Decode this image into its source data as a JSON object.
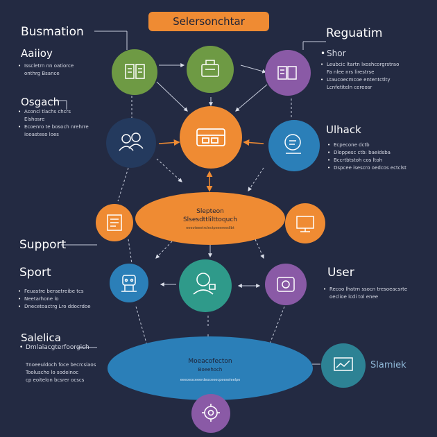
{
  "title": "Selersonchtar",
  "left": {
    "heading1": "Busmation",
    "heading2": "Aaiioy",
    "list1": [
      "Isscletrn nn oatiorce",
      "onthrg Bsance"
    ],
    "heading3": "Osgach",
    "list2": [
      "Aconcl tlachs chcrs",
      "Elshosre",
      "Ecoenro te bosoch nrehrre",
      "Iooasteso loes"
    ],
    "support1": "Support",
    "support2": "Sport",
    "list3": [
      "Feuastre beraetreibe tcs",
      "Neetarhone lo",
      "Dnecetoactrg Lro ddocrdoe"
    ],
    "heading4": "Salelica",
    "heading4_sub": "Dmlaiacgterfoorgich",
    "list4": [
      "Tnoeeuldoch foce becrcsiaos",
      "Tooluscho lo sodeinoc",
      "cp eoitelon bcsrer ocscs"
    ]
  },
  "right": {
    "heading1": "Reguatim",
    "heading2": "Shor",
    "list1": [
      "Leubcic ltartn lxoshcorgrstrao",
      "Fa nlee nrs lirestrse",
      "Ltaucoecmcoe ententctlty",
      "Lcnfetiteln cereosr"
    ],
    "heading3": "Ulhack",
    "list2": [
      "Ecpecone dctb",
      "Dloppesc ctb: baeidsba",
      "Bccrtbtstoh cos ltoh",
      "Dspcee isescro oedcos ectclst"
    ],
    "user": "User",
    "list3": [
      "Recoo lhatrn ssocn tresoeacsrte",
      "oeclioe lcdi tol enee"
    ],
    "side_label": "Slamiek"
  },
  "center": {
    "ellipse1_title": "Slepteon",
    "ellipse1_sub": "Slsesdttlilttoquch",
    "ellipse1_small": "eeeoteeetrclectpeeereedlbt",
    "ellipse2_title": "Moeacofecton",
    "ellipse2_sub": "Boeehoch",
    "ellipse2_small": "eeeoeoceeerdeoceeecpeeseleelpe"
  },
  "nodes": [
    {
      "name": "node-dashboard",
      "color": "#6e9a44",
      "icon": "dashboard-icon"
    },
    {
      "name": "node-bag",
      "color": "#6e9a44",
      "icon": "bag-icon"
    },
    {
      "name": "node-book",
      "color": "#8a5aa6",
      "icon": "book-icon"
    },
    {
      "name": "node-users",
      "color": "#243a5e",
      "icon": "users-icon"
    },
    {
      "name": "node-server",
      "color": "#ef8b33",
      "icon": "server-icon"
    },
    {
      "name": "node-chat",
      "color": "#2b7fb8",
      "icon": "chat-icon"
    },
    {
      "name": "node-list",
      "color": "#ef8b33",
      "icon": "list-icon"
    },
    {
      "name": "node-monitor",
      "color": "#ef8b33",
      "icon": "monitor-icon"
    },
    {
      "name": "node-robot",
      "color": "#2b7fb8",
      "icon": "robot-icon"
    },
    {
      "name": "node-support",
      "color": "#2f9a8a",
      "icon": "support-icon"
    },
    {
      "name": "node-camera",
      "color": "#8a5aa6",
      "icon": "camera-icon"
    },
    {
      "name": "node-chart",
      "color": "#2d8294",
      "icon": "chart-icon"
    },
    {
      "name": "node-gear",
      "color": "#8a5aa6",
      "icon": "gear-icon"
    }
  ],
  "colors": {
    "background": "#232a42",
    "orange": "#ef8b33",
    "blue": "#2b7fb8",
    "green": "#6e9a44",
    "purple": "#8a5aa6",
    "teal": "#2f9a8a"
  }
}
